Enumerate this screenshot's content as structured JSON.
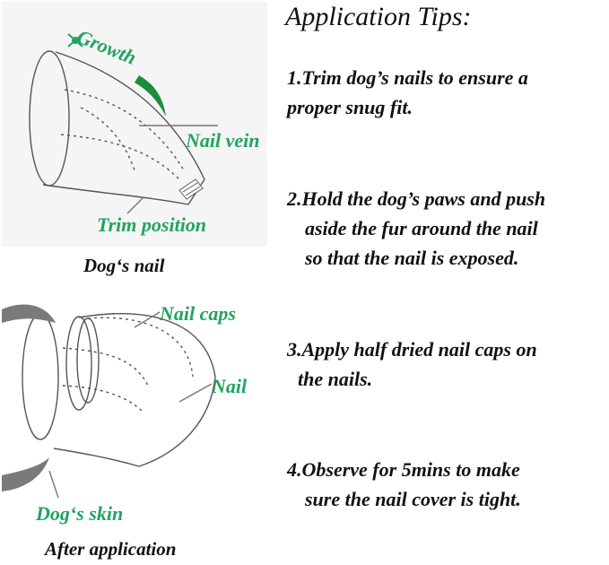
{
  "colors": {
    "accent_green": "#23a361",
    "text": "#111111",
    "panel_bg": "#f4f5f4",
    "line": "#555555"
  },
  "diagram1": {
    "growth_label": "Growth",
    "nail_vein_label": "Nail vein",
    "trim_position_label": "Trim position",
    "caption": "Dog‘s nail"
  },
  "diagram2": {
    "nail_caps_label": "Nail caps",
    "nail_label": "Nail",
    "dogs_skin_label": "Dog‘s skin",
    "caption": "After application"
  },
  "tips": {
    "title": "Application Tips:",
    "tip1": [
      "1.Trim dog’s nails to ensure a",
      "proper snug fit."
    ],
    "tip2": [
      "2.Hold the dog’s paws and push",
      "aside the fur around the nail",
      "so that the nail is exposed."
    ],
    "tip3": [
      "3.Apply half dried nail caps on",
      "the nails."
    ],
    "tip4": [
      "4.Observe for 5mins to make",
      "sure the nail cover is tight."
    ]
  }
}
